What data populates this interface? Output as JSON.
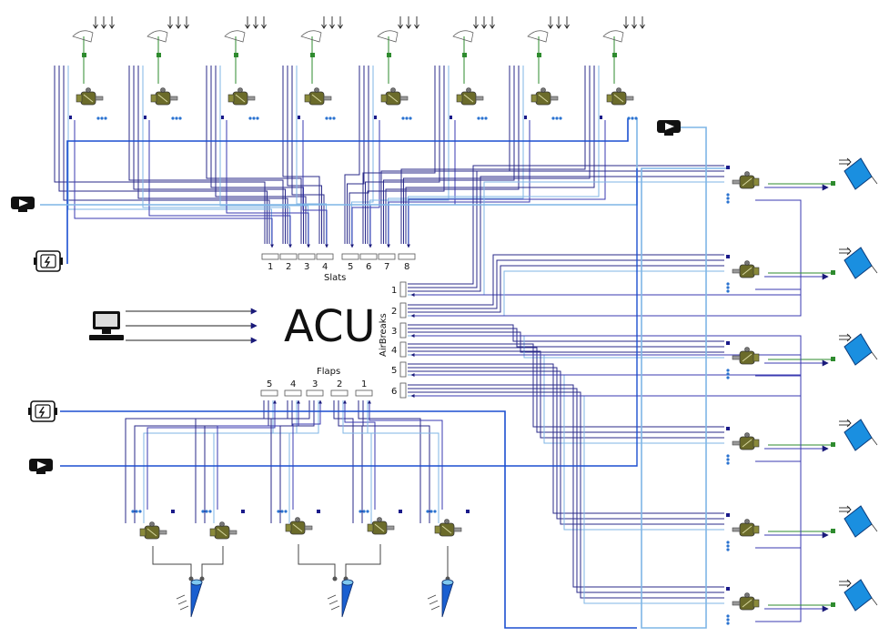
{
  "acu": {
    "label": "ACU"
  },
  "slats": {
    "title": "Slats",
    "ports": [
      "1",
      "2",
      "3",
      "4",
      "5",
      "6",
      "7",
      "8"
    ]
  },
  "flaps": {
    "title": "Flaps",
    "ports": [
      "5",
      "4",
      "3",
      "2",
      "1"
    ]
  },
  "airbreaks": {
    "title": "AirBreaks",
    "ports": [
      "1",
      "2",
      "3",
      "4",
      "5",
      "6"
    ]
  },
  "icons": {
    "pilot_terminal": "computer-terminal-icon",
    "display": "display-unit-icon",
    "power": "power-supply-icon",
    "actuator": "hydraulic-actuator-icon",
    "surface": "control-surface-icon",
    "load": "load-arrows-icon"
  },
  "colors": {
    "wire_dark": "#2a2a8a",
    "wire_mid": "#3a3ab0",
    "wire_light": "#7fb6e6",
    "bus_blue": "#1c4fd0",
    "sensor_green": "#2e8b2e",
    "surface_fill": "#1a8fe0",
    "actuator_body": "#6b6b2a"
  }
}
